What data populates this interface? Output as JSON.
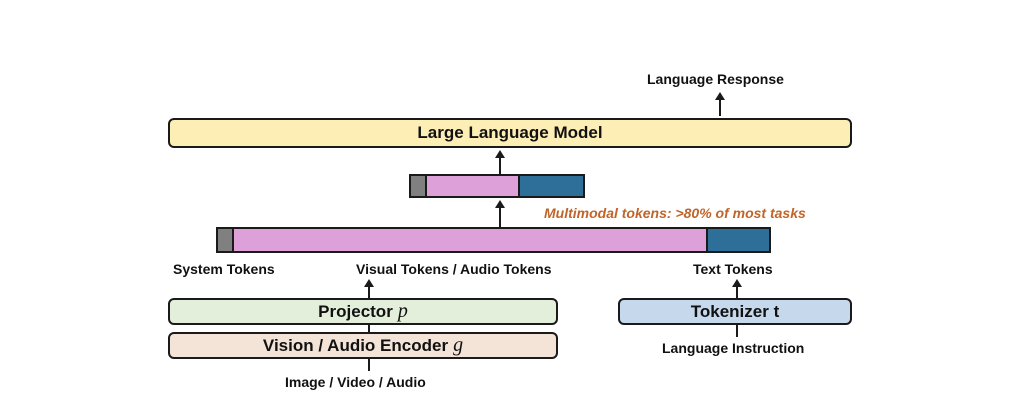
{
  "outputs": {
    "language_response": "Language Response"
  },
  "llm": {
    "label": "Large Language Model"
  },
  "compressed_bar": {
    "segments": [
      {
        "name": "system",
        "color": "#808080",
        "fraction": 0.08
      },
      {
        "name": "multimodal",
        "color": "#dda0d8",
        "fraction": 0.54
      },
      {
        "name": "text",
        "color": "#2e6f9a",
        "fraction": 0.38
      }
    ]
  },
  "annotation": {
    "text": "Multimodal tokens: >80% of most tasks",
    "color": "#c0652a"
  },
  "token_bar": {
    "segments": [
      {
        "name": "system",
        "color": "#808080",
        "fraction": 0.026
      },
      {
        "name": "multimodal",
        "color": "#dda0d8",
        "fraction": 0.86
      },
      {
        "name": "text",
        "color": "#2e6f9a",
        "fraction": 0.114
      }
    ]
  },
  "token_labels": {
    "system": "System Tokens",
    "visual_audio": "Visual Tokens / Audio Tokens",
    "text": "Text Tokens"
  },
  "projector": {
    "label": "Projector",
    "symbol": "p",
    "color": "#e3efda"
  },
  "encoder": {
    "label": "Vision / Audio Encoder",
    "symbol": "g",
    "color": "#f4e4d8"
  },
  "tokenizer": {
    "label": "Tokenizer t",
    "color": "#c5d8ec"
  },
  "inputs": {
    "media": "Image / Video / Audio",
    "instruction": "Language Instruction"
  }
}
